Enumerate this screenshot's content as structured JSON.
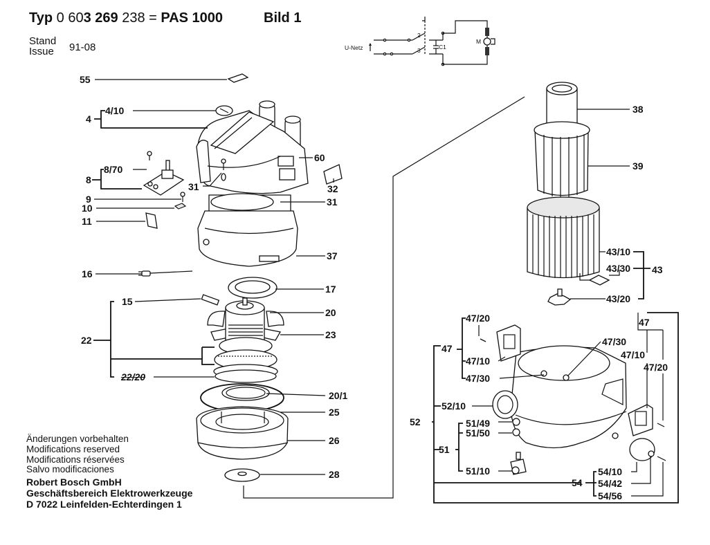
{
  "header": {
    "typ_prefix": "Typ",
    "part_number_a": "0 60",
    "part_number_b": "3 269",
    "part_number_c": " 238 = ",
    "model": "PAS 1000",
    "figure": "Bild 1",
    "stand_label": "Stand",
    "issue_label": "Issue",
    "issue_value": "91-08"
  },
  "circuit": {
    "supply_label": "U-Netz",
    "switch_pin_2": "2",
    "switch_pin_3": "3",
    "capacitor_label": "C1",
    "motor_label": "M"
  },
  "callouts": {
    "p55": "55",
    "p4": "4",
    "p4_10": "4/10",
    "p8": "8",
    "p8_70": "8/70",
    "p9": "9",
    "p10": "10",
    "p11": "11",
    "p31a": "31",
    "p31b": "31",
    "p60": "60",
    "p32": "32",
    "p37": "37",
    "p16": "16",
    "p17": "17",
    "p15": "15",
    "p20": "20",
    "p22": "22",
    "p23": "23",
    "p22_20": "22/20",
    "p20_1": "20/1",
    "p25": "25",
    "p26": "26",
    "p28": "28",
    "p38": "38",
    "p39": "39",
    "p43": "43",
    "p43_10": "43/10",
    "p43_30": "43/30",
    "p43_20": "43/20",
    "p47_right": "47",
    "p47_30_right": "47/30",
    "p47_10_right": "47/10",
    "p47_20_right": "47/20",
    "p47_left": "47",
    "p47_20_left": "47/20",
    "p47_10_left": "47/10",
    "p47_30_left": "47/30",
    "p52": "52",
    "p52_10": "52/10",
    "p51": "51",
    "p51_49": "51/49",
    "p51_50": "51/50",
    "p51_10": "51/10",
    "p54": "54",
    "p54_10": "54/10",
    "p54_42": "54/42",
    "p54_56": "54/56"
  },
  "footer": {
    "notice_de": "Änderungen vorbehalten",
    "notice_en": "Modifications reserved",
    "notice_fr": "Modifications réservées",
    "notice_es": "Salvo modificaciones",
    "company": "Robert Bosch GmbH",
    "division": "Geschäftsbereich Elektrowerkzeuge",
    "address": "D 7022 Leinfelden-Echterdingen 1"
  }
}
